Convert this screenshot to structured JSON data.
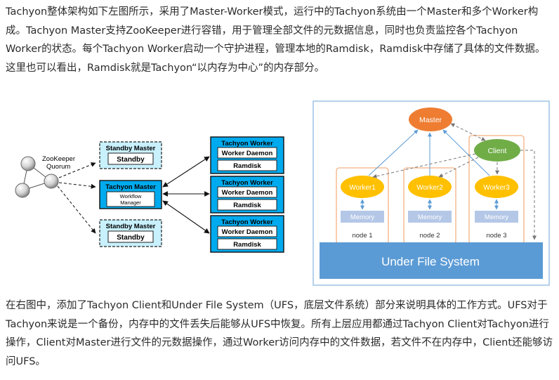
{
  "paragraphs": {
    "intro": "Tachyon整体架构如下左图所示，采用了Master-Worker模式，运行中的Tachyon系统由一个Master和多个Worker构成。Tachyon Master支持ZooKeeper进行容错，用于管理全部文件的元数据信息，同时也负责监控各个Tachyon Worker的状态。每个Tachyon Worker启动一个守护进程，管理本地的Ramdisk，Ramdisk中存储了具体的文件数据。这里也可以看出，Ramdisk就是Tachyon“以内存为中心”的内存部分。",
    "explain": "在右图中，添加了Tachyon Client和Under File System（UFS，底层文件系统）部分来说明具体的工作方式。UFS对于Tachyon来说是一个备份，内存中的文件丢失后能够从UFS中恢复。所有上层应用都通过Tachyon Client对Tachyon进行操作，Client对Master进行文件的元数据操作，通过Worker访问内存中的文件数据，若文件不在内存中，Client还能够访问UFS。"
  },
  "left_diagram": {
    "zk_label_1": "ZooKeeper",
    "zk_label_2": "Quorum",
    "standby_title": "Standby Master",
    "standby_inner": "Standby",
    "master_title": "Tachyon Master",
    "workflow_line1": "Workflow",
    "workflow_line2": "Manager",
    "worker_title": "Tachyon Worker",
    "worker_daemon": "Worker Daemon",
    "ramdisk": "Ramdisk"
  },
  "right_diagram": {
    "master": "Master",
    "client": "Client",
    "workers": [
      "Worker1",
      "Worker2",
      "Worker3"
    ],
    "memory": "Memory",
    "nodes": [
      "node 1",
      "node 2",
      "node 3"
    ],
    "ufs": "Under File System"
  },
  "colors": {
    "cyan_box": "#00aaee",
    "light_cyan": "#c8f0fd",
    "orange_master": "#ee7d32",
    "green_client": "#70ad47",
    "yellow_worker": "#ffc000",
    "memory_blue": "#b4c7e7",
    "ufs_blue": "#5b9bd5",
    "node_border": "#f4b183"
  }
}
